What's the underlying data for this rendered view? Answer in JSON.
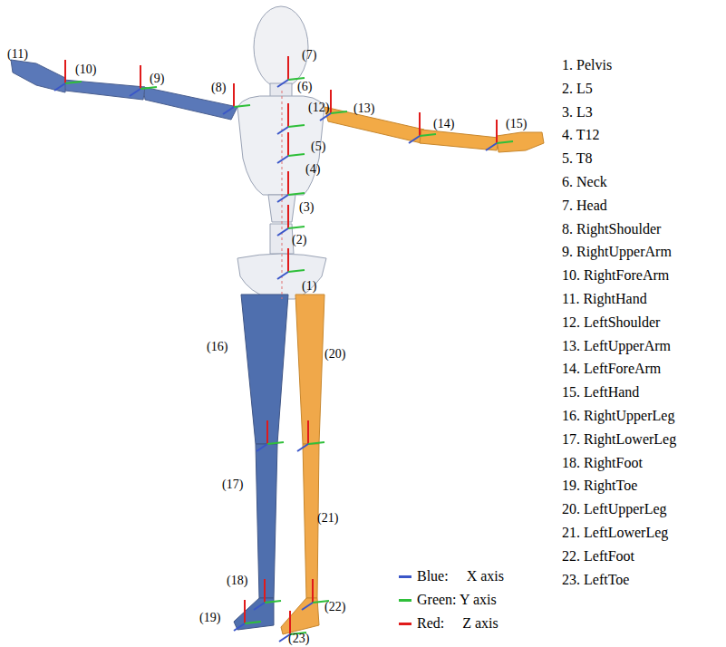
{
  "diagram": {
    "labels": [
      "(1)",
      "(2)",
      "(3)",
      "(4)",
      "(5)",
      "(6)",
      "(7)",
      "(8)",
      "(9)",
      "(10)",
      "(11)",
      "(12)",
      "(13)",
      "(14)",
      "(15)",
      "(16)",
      "(17)",
      "(18)",
      "(19)",
      "(20)",
      "(21)",
      "(22)",
      "(23)",
      "1. Pelvis",
      "2. L5",
      "3. L3",
      "4. T12",
      "5. T8",
      "6. Neck",
      "7. Head",
      "8. RightShoulder",
      "9. RightUpperArm",
      "10. RightForeArm",
      "11. RightHand",
      "12. LeftShoulder",
      "13. LeftUpperArm",
      "14. LeftForeArm",
      "15. LeftHand",
      "16. RightUpperLeg",
      "17. RightLowerLeg",
      "18. RightFoot",
      "19. RightToe",
      "20. LeftUpperLeg",
      "21. LeftLowerLeg",
      "22. LeftFoot",
      "23. LeftToe"
    ],
    "legend": [
      {
        "text": "Blue:     X axis",
        "color": "#3a56c8"
      },
      {
        "text": "Green: Y axis",
        "color": "#2fbf3a"
      },
      {
        "text": "Red:     Z axis",
        "color": "#e01b1b"
      }
    ]
  }
}
